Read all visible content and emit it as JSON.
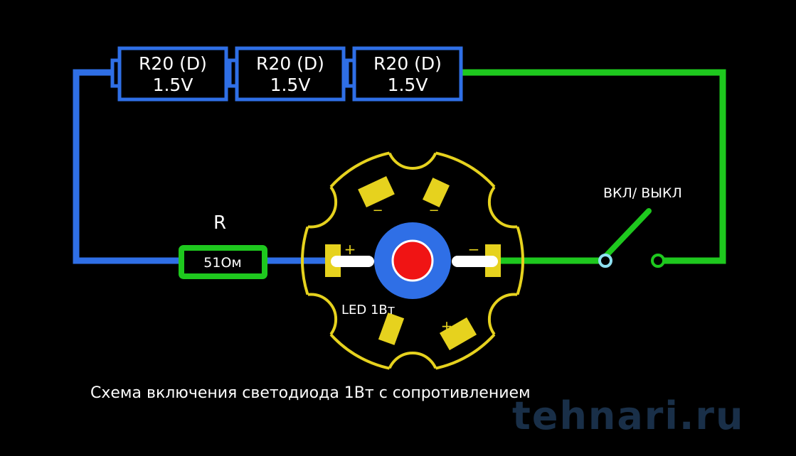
{
  "batteries": [
    {
      "type": "R20 (D)",
      "voltage": "1.5V"
    },
    {
      "type": "R20 (D)",
      "voltage": "1.5V"
    },
    {
      "type": "R20 (D)",
      "voltage": "1.5V"
    }
  ],
  "resistor": {
    "label": "R",
    "value": "51Ом"
  },
  "led": {
    "label": "LED 1Вт",
    "plus": "+",
    "minus": "−"
  },
  "switch": {
    "label": "ВКЛ/ ВЫКЛ"
  },
  "caption": "Схема включения светодиода 1Вт с сопротивлением",
  "watermark": "tehnari.ru",
  "colors": {
    "blue": "#2f6fe6",
    "green": "#1ec81e",
    "yellow": "#e6d21e",
    "red": "#f01414"
  }
}
